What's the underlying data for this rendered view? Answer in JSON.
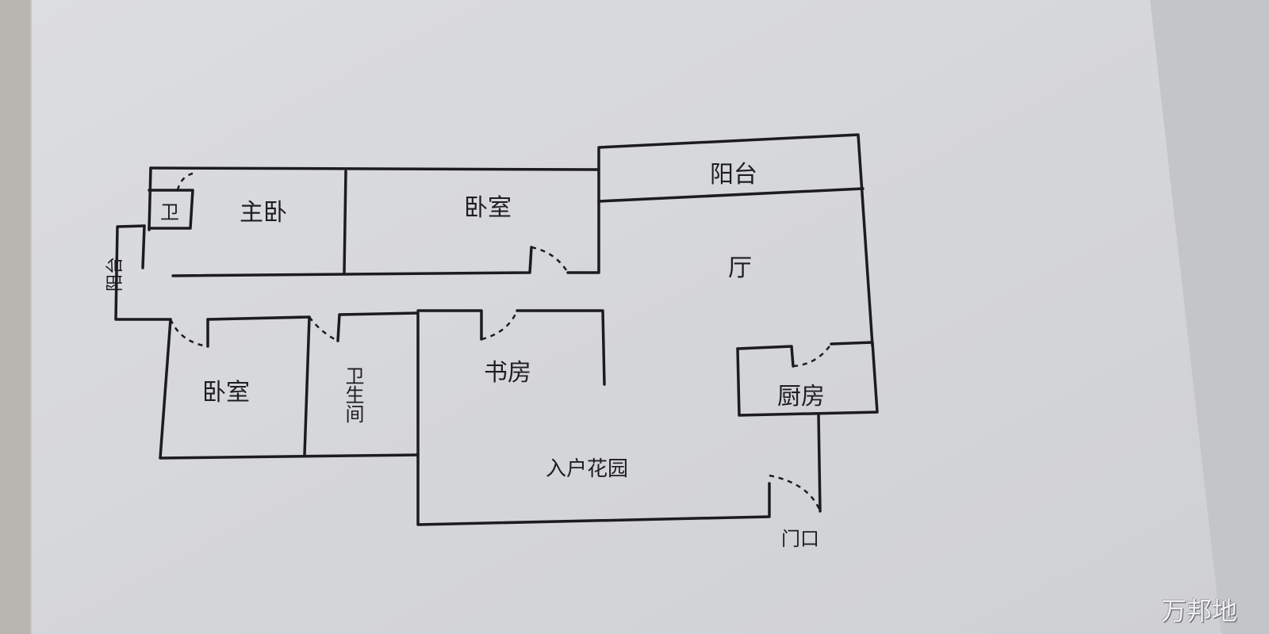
{
  "floor_plan": {
    "rooms": {
      "balcony_top": "阳台",
      "balcony_left": "阳台",
      "master_bedroom": "主卧",
      "ensuite": "卫",
      "bedroom_top": "卧室",
      "living_room": "厅",
      "bedroom_bottom": "卧室",
      "bathroom": "卫生间",
      "study": "书房",
      "kitchen": "厨房",
      "entry_garden": "入户花园"
    },
    "entrance": "门口"
  },
  "watermark": "万邦地"
}
